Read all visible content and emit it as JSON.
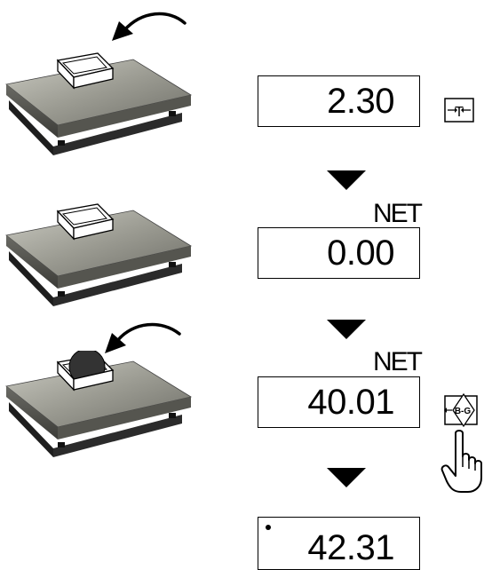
{
  "steps": [
    {
      "display": "2.30",
      "net": "",
      "key": "tare-key"
    },
    {
      "display": "0.00",
      "net": "NET",
      "key": ""
    },
    {
      "display": "40.01",
      "net": "NET",
      "key": "brutto-gross-key"
    },
    {
      "display": "42.31",
      "net": "",
      "key": ""
    }
  ],
  "keys": {
    "tare_label": "T",
    "gross_label": "B-G"
  },
  "colors": {
    "platform_top": "#9a9a90",
    "platform_side": "#5c5c58",
    "base": "#2a2a2a",
    "stroke": "#000000"
  },
  "icons": [
    "curved-arrow-icon",
    "down-triangle-icon",
    "tare-key-icon",
    "gross-key-icon",
    "pointing-hand-icon",
    "stability-dot-icon"
  ]
}
